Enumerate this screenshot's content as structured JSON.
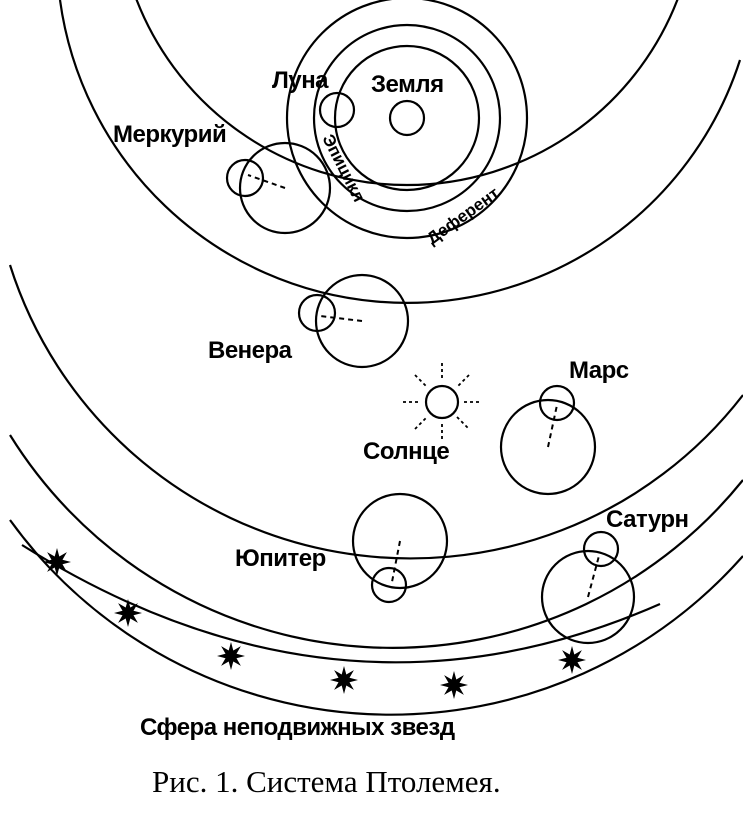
{
  "labels": {
    "luna": "Луна",
    "zemlya": "Земля",
    "merkuriy": "Меркурий",
    "epitsikl": "Эпицикл",
    "deferent": "Деферент",
    "venera": "Венера",
    "mars": "Марс",
    "solntse": "Солнце",
    "saturn": "Сатурн",
    "yupiter": "Юпитер",
    "stars_sphere": "Сфера неподвижных звезд"
  },
  "caption": "Рис. 1. Система Птолемея.",
  "colors": {
    "ink": "#000000",
    "paper": "#ffffff"
  }
}
